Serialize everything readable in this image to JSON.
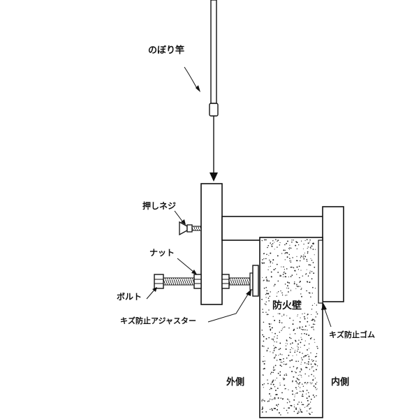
{
  "labels": {
    "pole": "のぼり竿",
    "thumb_screw": "押しネジ",
    "nut": "ナット",
    "bolt": "ボルト",
    "adjuster": "キズ防止アジャスター",
    "firewall": "防火壁",
    "rubber": "キズ防止ゴム",
    "outside": "外側",
    "inside": "内側"
  },
  "colors": {
    "line": "#111111",
    "background": "#ffffff",
    "dots": "#222222"
  }
}
